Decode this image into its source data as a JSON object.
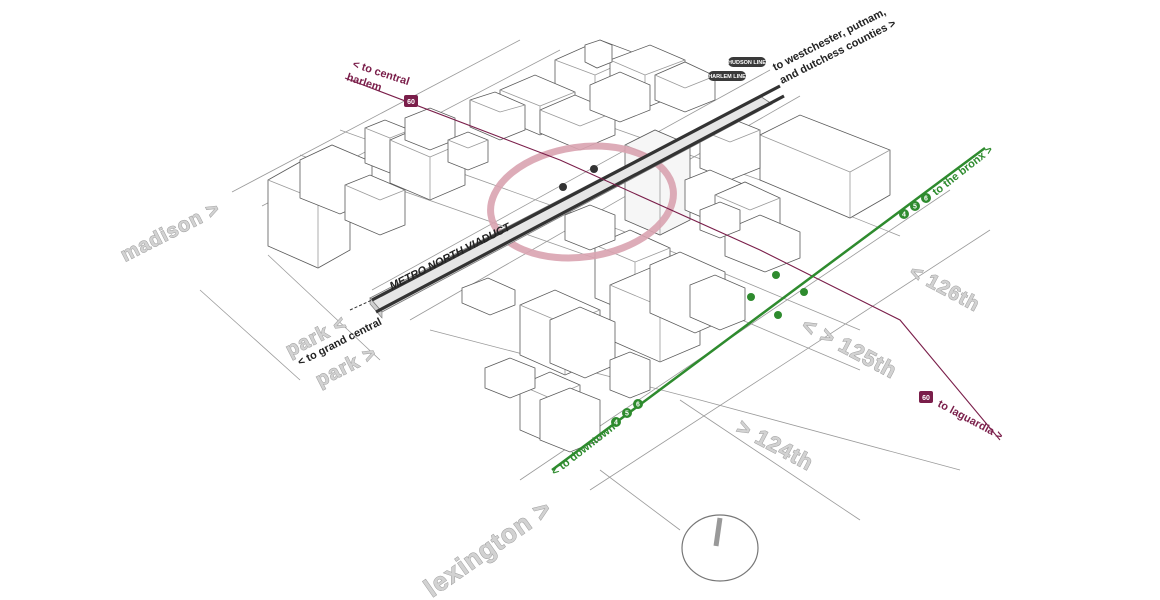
{
  "colors": {
    "subway_green": "#2e8b2e",
    "bus_magenta": "#7a1e4a",
    "station_ring": "#d9a3b0",
    "rail_dark": "#333333",
    "street_label_fill": "#d2d2d2"
  },
  "streets": {
    "madison": "madison >",
    "park_top": "park <",
    "park_bottom": "park >",
    "lexington": "lexington >",
    "s126": "< 126th",
    "s125": "< > 125th",
    "s124": "> 124th"
  },
  "rail": {
    "viaduct_label": "METRO NORTH VIADUCT",
    "hudson_line": "HUDSON LINE",
    "harlem_line": "HARLEM LINE",
    "to_grand_central": "< to grand central",
    "to_north_line1": "to westchester, putnam,",
    "to_north_line2": "and dutchess counties >"
  },
  "bus": {
    "route": "60",
    "to_central_line1": "< to central",
    "to_central_line2": "harlem",
    "to_laguardia": "to laguardia >"
  },
  "subway": {
    "routes": [
      "4",
      "5",
      "6"
    ],
    "to_bronx": "to the bronx >",
    "to_downtown": "< to downtown"
  },
  "compass": {
    "icon": "north-arrow-icon"
  }
}
